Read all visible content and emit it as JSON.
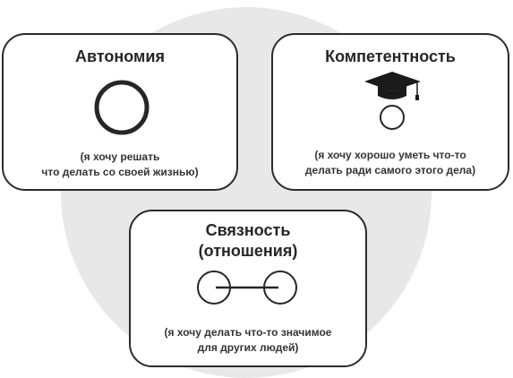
{
  "cards": [
    {
      "title_lines": [
        "Автономия"
      ],
      "desc_lines": [
        "(я хочу решать",
        "что делать со своей жизнью)"
      ],
      "icon": "ring-icon"
    },
    {
      "title_lines": [
        "Компетентность"
      ],
      "desc_lines": [
        "(я хочу хорошо уметь что-то",
        "делать ради самого этого дела)"
      ],
      "icon": "graduate-cap-icon"
    },
    {
      "title_lines": [
        "Связность",
        "(отношения)"
      ],
      "desc_lines": [
        "(я хочу делать что-то значимое",
        "для других людей)"
      ],
      "icon": "connected-circles-icon"
    }
  ]
}
